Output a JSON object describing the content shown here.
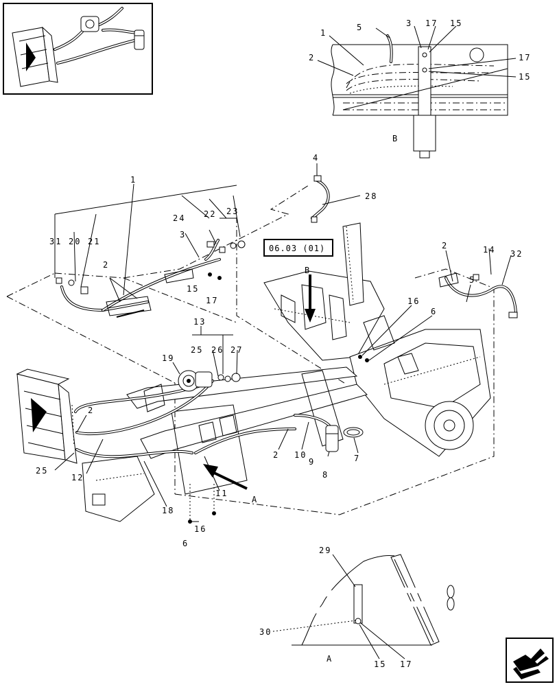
{
  "callouts": {
    "detail_b": [
      "5",
      "3",
      "17",
      "15",
      "1",
      "2",
      "17",
      "15"
    ],
    "main_top": [
      "4",
      "28",
      "1",
      "24",
      "22",
      "23",
      "31",
      "20",
      "21",
      "3",
      "2",
      "15",
      "17"
    ],
    "ref_box": "06.03 (01)",
    "view_b_letter": "B",
    "main_right": [
      "2",
      "14",
      "32",
      "5",
      "16",
      "6"
    ],
    "main_mid": [
      "13",
      "25",
      "26",
      "27",
      "19"
    ],
    "main_bottom": [
      "2",
      "25",
      "12",
      "18",
      "11",
      "2",
      "10",
      "9",
      "8",
      "7",
      "16",
      "6"
    ],
    "arrow_a_letter": "A",
    "detail_a": [
      "29",
      "30",
      "15",
      "17"
    ]
  },
  "view_labels": {
    "detail_b": "B",
    "detail_a": "A"
  },
  "icons": {
    "nav": "next-page-arrow-icon",
    "thumbnail": "overview-thumbnail"
  }
}
